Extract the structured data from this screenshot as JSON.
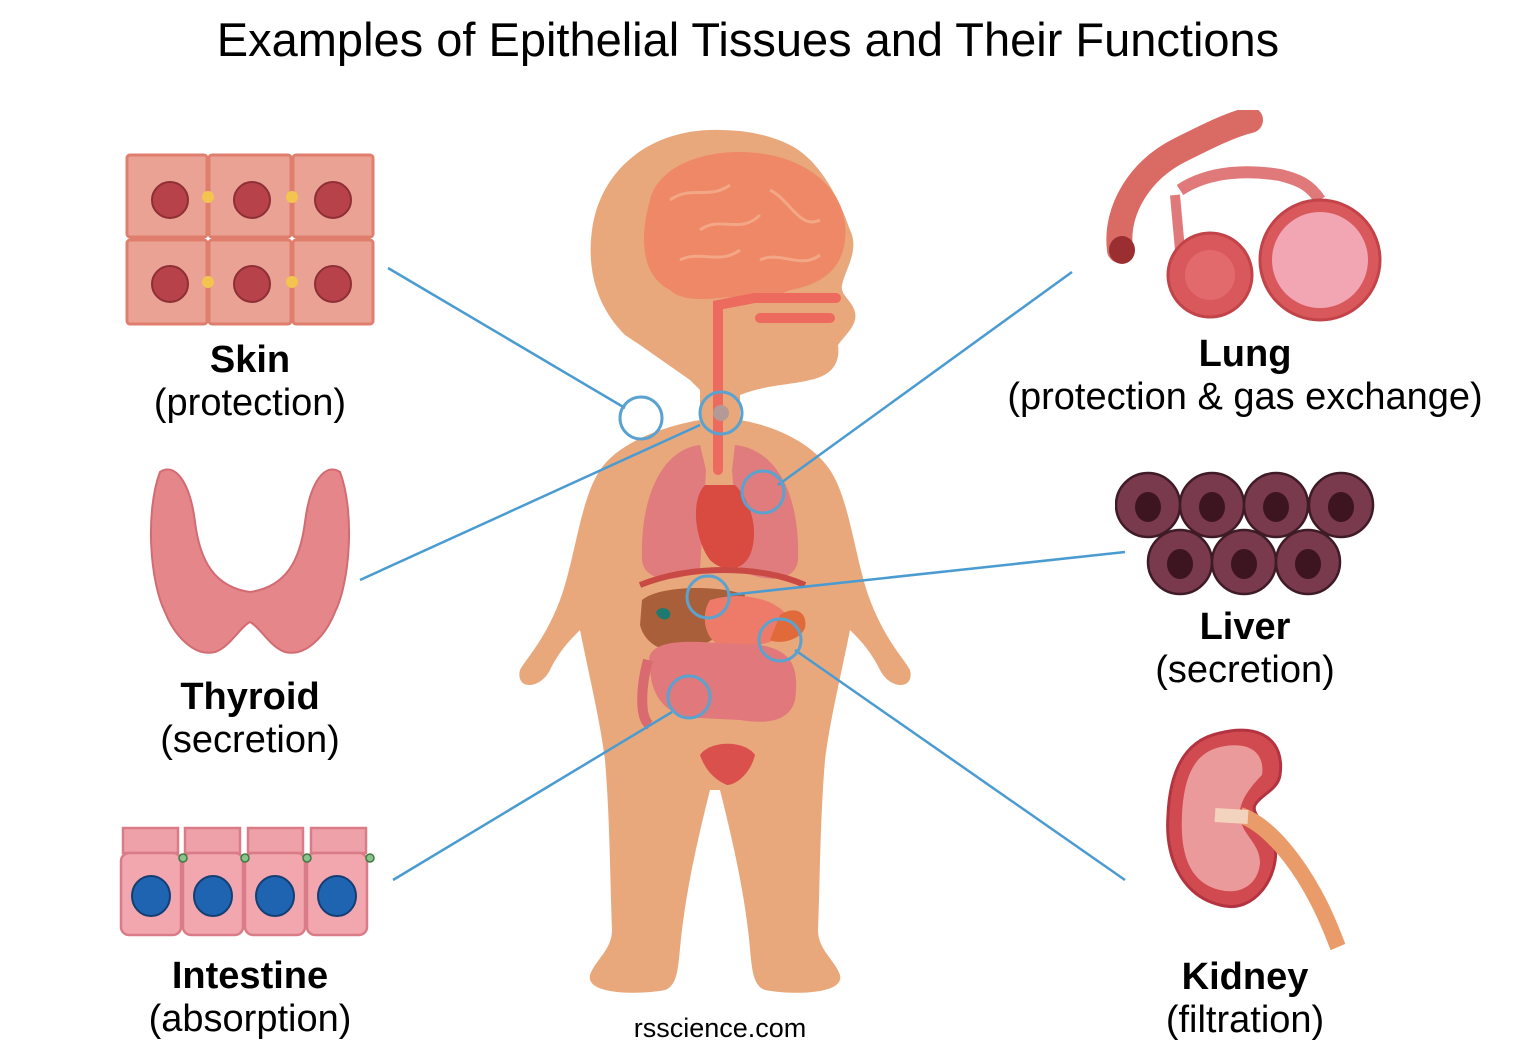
{
  "title": "Examples of Epithelial Tissues and Their Functions",
  "credit": "rsscience.com",
  "colors": {
    "skin_tone": "#E8A87C",
    "connector_line": "#4A9BD1",
    "organ_red": "#E0625A",
    "text": "#000000"
  },
  "tissues": [
    {
      "id": "skin",
      "name": "Skin",
      "function": "(protection)",
      "icon": "skin-cells-icon",
      "side": "left"
    },
    {
      "id": "thyroid",
      "name": "Thyroid",
      "function": "(secretion)",
      "icon": "thyroid-icon",
      "side": "left"
    },
    {
      "id": "intestine",
      "name": "Intestine",
      "function": "(absorption)",
      "icon": "intestine-cells-icon",
      "side": "left"
    },
    {
      "id": "lung",
      "name": "Lung",
      "function": "(protection & gas exchange)",
      "icon": "lung-alveoli-icon",
      "side": "right"
    },
    {
      "id": "liver",
      "name": "Liver",
      "function": "(secretion)",
      "icon": "liver-cells-icon",
      "side": "right"
    },
    {
      "id": "kidney",
      "name": "Kidney",
      "function": "(filtration)",
      "icon": "kidney-icon",
      "side": "right"
    }
  ]
}
